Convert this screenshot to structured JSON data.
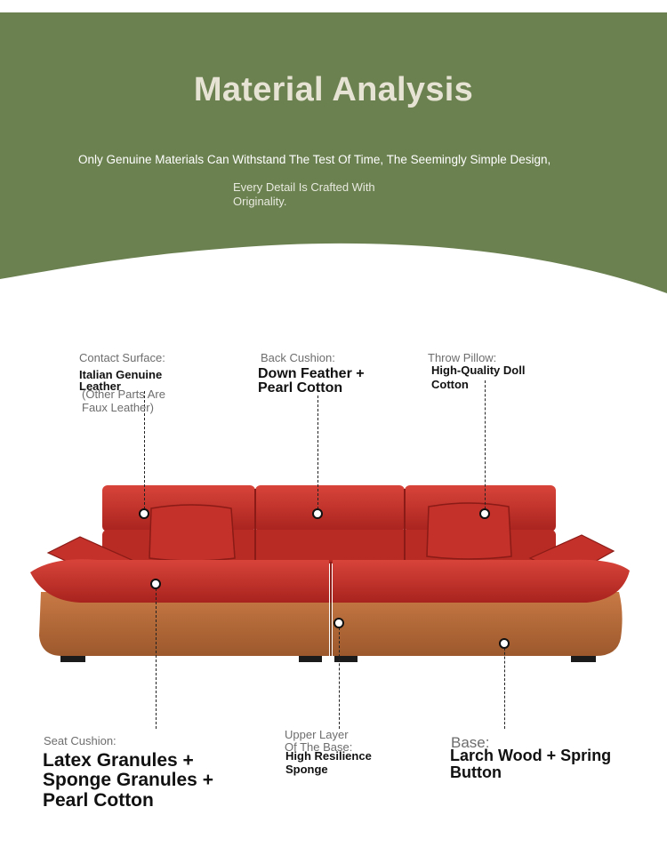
{
  "header": {
    "title": "Material Analysis",
    "subtitle_line1": "Only Genuine Materials Can Withstand The Test Of Time, The Seemingly Simple Design,",
    "subtitle_line2": "Every Detail Is Crafted With Originality."
  },
  "callouts": {
    "contact_surface": {
      "label": "Contact Surface:",
      "value": "Italian Genuine Leather",
      "note": "(Other Parts Are Faux Leather)"
    },
    "back_cushion": {
      "label": "Back Cushion:",
      "value_line1": "Down Feather +",
      "value_line2": "Pearl Cotton"
    },
    "throw_pillow": {
      "label": "Throw Pillow:",
      "value_line1": "High-Quality Doll",
      "value_line2": "Cotton"
    },
    "seat_cushion": {
      "label": "Seat Cushion:",
      "value_line1": "Latex Granules +",
      "value_line2": "Sponge Granules +",
      "value_line3": "Pearl Cotton"
    },
    "upper_layer": {
      "label_line1": "Upper Layer",
      "label_line2": "Of The Base:",
      "value_line1": "High Resilience",
      "value_line2": "Sponge"
    },
    "base": {
      "label": "Base:",
      "value_line1": "Larch Wood + Spring",
      "value_line2": "Button"
    }
  },
  "colors": {
    "header_green": "#6b8150",
    "leather_red": "#c8342c",
    "base_brown": "#b46a3a"
  }
}
